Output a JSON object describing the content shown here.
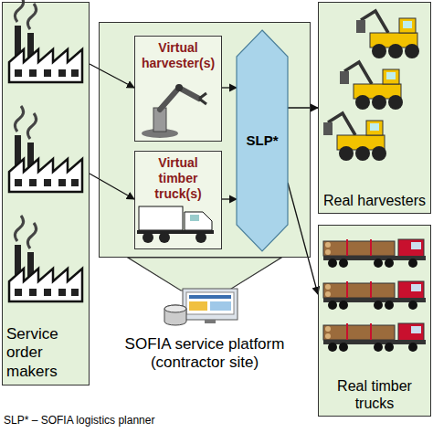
{
  "diagram": {
    "nodes": [
      {
        "text": [
          "Service order makers"
        ]
      },
      {
        "text": [
          "SOFIA service platform (contractor site)"
        ]
      },
      {
        "text": [
          "Virtual harvester(s)"
        ],
        "in": 1
      },
      {
        "text": [
          "Virtual timber truck(s)"
        ],
        "in": 1
      },
      {
        "text": [
          "SLP*"
        ],
        "in": 1
      },
      {
        "text": [
          "Real harvesters"
        ]
      },
      {
        "text": [
          "Real timber trucks"
        ]
      }
    ],
    "edges": [
      {
        "from": 0,
        "to": 2,
        "arrow": "to"
      },
      {
        "from": 0,
        "to": 3,
        "arrow": "to"
      },
      {
        "from": 2,
        "to": 4,
        "arrow": "to"
      },
      {
        "from": 3,
        "to": 4,
        "arrow": "to"
      },
      {
        "from": 4,
        "to": 5,
        "arrow": "to"
      },
      {
        "from": 4,
        "to": 6,
        "arrow": "to"
      }
    ],
    "labels": [
      "SLP* – SOFIA logistics planner"
    ]
  }
}
